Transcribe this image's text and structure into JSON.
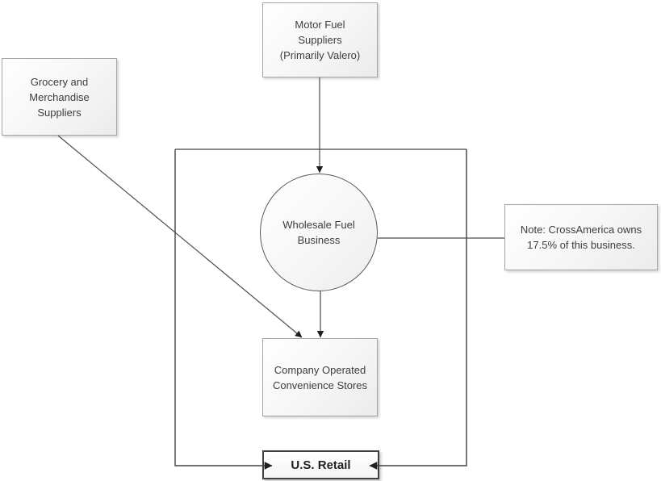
{
  "diagram": {
    "nodes": {
      "motor_fuel_suppliers": {
        "label": "Motor Fuel\nSuppliers\n(Primarily Valero)",
        "shape": "rectangle"
      },
      "grocery_suppliers": {
        "label": "Grocery and\nMerchandise\nSuppliers",
        "shape": "rectangle"
      },
      "wholesale_fuel_business": {
        "label": "Wholesale Fuel\nBusiness",
        "shape": "circle"
      },
      "ownership_note": {
        "label": "Note: CrossAmerica owns\n17.5% of this business.",
        "shape": "rectangle"
      },
      "company_operated_stores": {
        "label": "Company Operated\nConvenience Stores",
        "shape": "rectangle"
      },
      "us_retail": {
        "label": "U.S. Retail",
        "shape": "rectangle-emphasis"
      }
    },
    "edges": [
      {
        "from": "motor_fuel_suppliers",
        "to": "wholesale_fuel_business",
        "arrow": true
      },
      {
        "from": "grocery_suppliers",
        "to": "company_operated_stores",
        "arrow": true
      },
      {
        "from": "wholesale_fuel_business",
        "to": "company_operated_stores",
        "arrow": true
      },
      {
        "from": "wholesale_fuel_business",
        "to": "ownership_note",
        "arrow": false
      },
      {
        "from": "container-boundary-left",
        "to": "us_retail",
        "arrow": true
      },
      {
        "from": "container-boundary-right",
        "to": "us_retail",
        "arrow": true
      }
    ],
    "colors": {
      "node_fill_start": "#ffffff",
      "node_fill_end": "#ebebeb",
      "node_border": "#a6a6a6",
      "line": "#4d4d4d",
      "arrowhead": "#1f1f1f",
      "text": "#3d3d3d",
      "emphasis_border": "#404040"
    }
  }
}
